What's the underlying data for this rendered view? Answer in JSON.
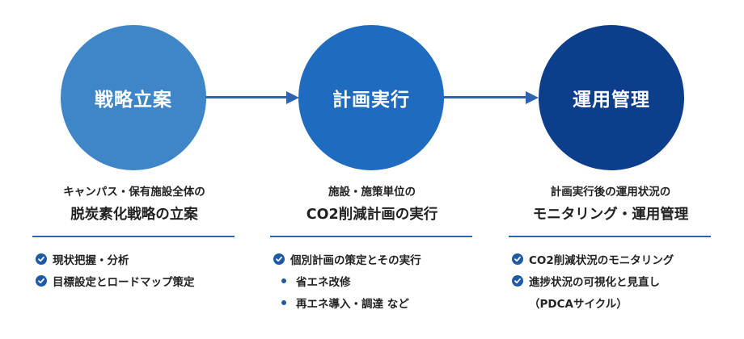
{
  "colors": {
    "stage1": "#3f86c8",
    "stage2": "#1f6bbf",
    "stage3": "#0c3e8c",
    "arrow": "#2e63b3",
    "rule": "#2e63b3",
    "check": "#1f5aa6"
  },
  "stages": [
    {
      "label": "戦略立案",
      "subtitle": "キャンパス・保有施設全体の",
      "title": "脱炭素化戦略の立案",
      "items": [
        {
          "kind": "check",
          "text": "現状把握・分析"
        },
        {
          "kind": "check",
          "text": "目標設定とロードマップ策定"
        }
      ]
    },
    {
      "label": "計画実行",
      "subtitle": "施設・施策単位の",
      "title": "CO2削減計画の実行",
      "items": [
        {
          "kind": "check",
          "text": "個別計画の策定とその実行"
        },
        {
          "kind": "bullet",
          "text": "省エネ改修"
        },
        {
          "kind": "bullet",
          "text": "再エネ導入・調達 など"
        }
      ]
    },
    {
      "label": "運用管理",
      "subtitle": "計画実行後の運用状況の",
      "title": "モニタリング・運用管理",
      "items": [
        {
          "kind": "check",
          "text": "CO2削減状況のモニタリング"
        },
        {
          "kind": "check",
          "text": "進捗状況の可視化と見直し"
        },
        {
          "kind": "cont",
          "text": "（PDCAサイクル）"
        }
      ]
    }
  ]
}
